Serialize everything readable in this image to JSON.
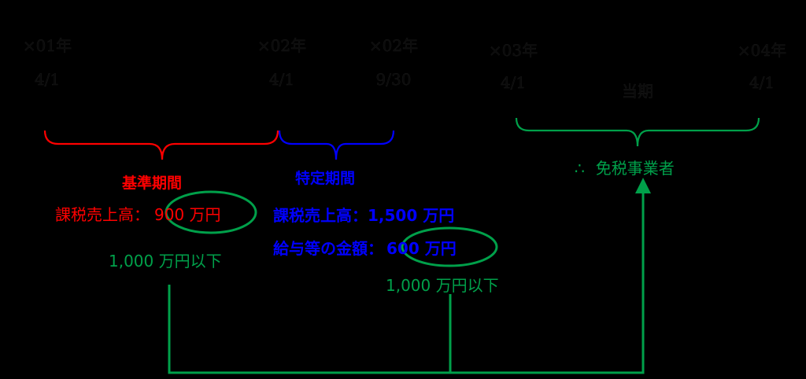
{
  "colors": {
    "background": "#000000",
    "base_period": "#ff0000",
    "specific_period": "#0000ff",
    "result": "#00a04a"
  },
  "timeline": {
    "points": [
      {
        "year": "×01年",
        "date": "4/1"
      },
      {
        "year": "×02年",
        "date": "4/1"
      },
      {
        "year": "×02年",
        "date": "9/30"
      },
      {
        "year": "×03年",
        "date": "4/1"
      },
      {
        "year": "×04年",
        "date": "4/1"
      }
    ],
    "current_period_label": "当期"
  },
  "base_period": {
    "title": "基準期間",
    "sales_label": "課税売上高：",
    "sales_value": "900 万円",
    "threshold": "1,000 万円以下"
  },
  "specific_period": {
    "title": "特定期間",
    "sales_label": "課税売上高：",
    "sales_value": "1,500 万円",
    "salary_label": "給与等の金額：",
    "salary_value": "600 万円",
    "threshold": "1,000 万円以下"
  },
  "conclusion": {
    "therefore_symbol": "∴",
    "text": "免税事業者"
  }
}
